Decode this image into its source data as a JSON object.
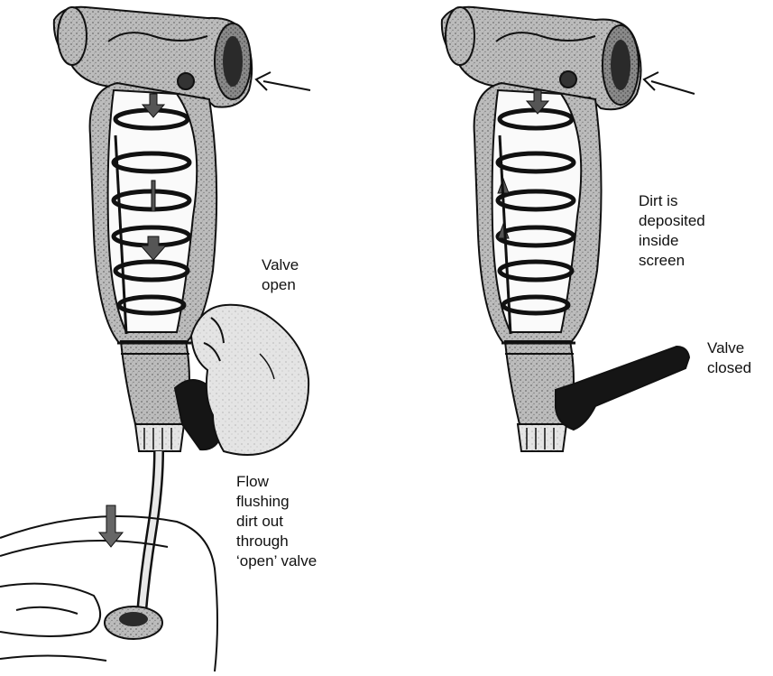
{
  "labels": {
    "valve_open": [
      "Valve",
      "open"
    ],
    "flow_flushing": [
      "Flow",
      "flushing",
      "dirt out",
      "through",
      "‘open’ valve"
    ],
    "dirt_deposited": [
      "Dirt is",
      "deposited",
      "inside",
      "screen"
    ],
    "valve_closed": [
      "Valve",
      "closed"
    ]
  },
  "colors": {
    "ink": "#111111",
    "body_fill": "#b9b9b9",
    "body_dark": "#8c8c8c",
    "screen_fill": "#ffffff",
    "handle": "#151515",
    "hand_fill": "#e2e2e2"
  }
}
